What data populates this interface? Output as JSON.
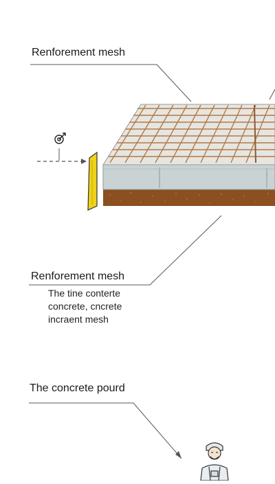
{
  "labels": {
    "top": "Renforement mesh",
    "middle": "Renforement mesh",
    "bottom": "The concrete pourd"
  },
  "caption": {
    "line1": "The tine conterte",
    "line2": "concrete, cncrete",
    "line3": "incraent mesh"
  },
  "colors": {
    "mesh": "#b07a4a",
    "slab_top": "#e7e5e0",
    "slab_side": "#c9d3d4",
    "soil": "#8c4f21",
    "marker": "#f0d21a",
    "line": "#555555"
  },
  "icons": {
    "target": "target-icon",
    "worker": "worker-figure"
  }
}
